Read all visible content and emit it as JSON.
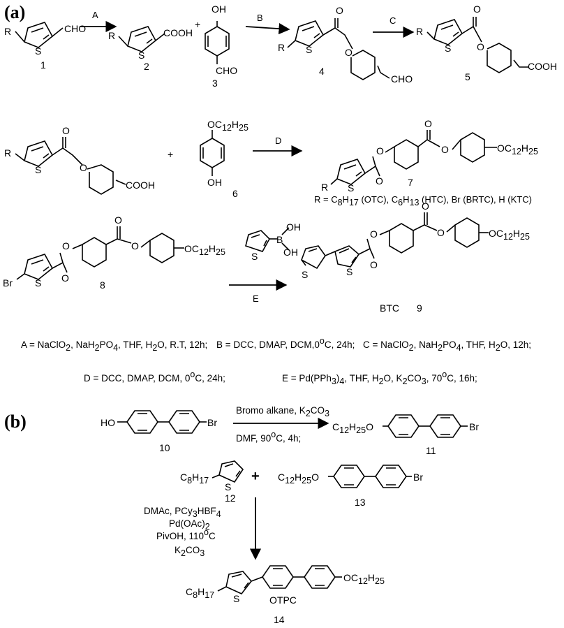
{
  "figure": {
    "panel_a_label": "(a)",
    "panel_b_label": "(b)"
  },
  "panel_a": {
    "compound_1": {
      "number": "1",
      "r": "R",
      "s": "S",
      "group": "CHO"
    },
    "arrow_A": "A",
    "compound_2": {
      "number": "2",
      "r": "R",
      "s": "S",
      "group": "COOH"
    },
    "plus_1": "+",
    "compound_3": {
      "number": "3",
      "oh": "OH",
      "cho": "CHO"
    },
    "arrow_B": "B",
    "compound_4": {
      "number": "4",
      "r": "R",
      "s": "S",
      "o": "O",
      "cho": "CHO"
    },
    "arrow_C": "C",
    "compound_5": {
      "number": "5",
      "r": "R",
      "s": "S",
      "o": "O",
      "cooh": "COOH"
    },
    "acid_reactant": {
      "r": "R",
      "s": "S",
      "o": "O",
      "cooh": "COOH"
    },
    "plus_2": "+",
    "compound_6": {
      "number": "6",
      "oc": "OC",
      "c_sub": "12",
      "h": "H",
      "h_sub": "25",
      "oh": "OH"
    },
    "arrow_D": "D",
    "compound_7": {
      "number": "7",
      "r": "R",
      "s": "S",
      "o": "O",
      "oc": "OC",
      "c_sub": "12",
      "h": "H",
      "h_sub": "25"
    },
    "r_definition": {
      "p1": "R = C",
      "s1": "8",
      "p2": "H",
      "s2": "17",
      "p3": " (OTC), C",
      "s3": "6",
      "p4": "H",
      "s4": "13",
      "p5": " (HTC),  Br (BRTC), H (KTC)"
    },
    "compound_8": {
      "number": "8",
      "br": "Br",
      "s": "S",
      "o": "O",
      "oc": "OC",
      "c_sub": "12",
      "h": "H",
      "h_sub": "25"
    },
    "boronic_acid": {
      "s": "S",
      "b": "B",
      "oh": "OH"
    },
    "arrow_E": "E",
    "compound_9": {
      "number": "9",
      "name": "BTC",
      "s": "S",
      "o": "O",
      "oc": "OC",
      "c_sub": "12",
      "h": "H",
      "h_sub": "25"
    },
    "conditions_1": {
      "a1": "A = NaClO",
      "a1s": "2",
      "a2": ", NaH",
      "a2s": "2",
      "a3": "PO",
      "a3s": "4",
      "a4": ", THF, H",
      "a4s": "2",
      "a5": "O, R.T, 12h;",
      "b1": "B = DCC, DMAP, DCM,0",
      "b1s": "o",
      "b2": "C, 24h;",
      "c1": "C = NaClO",
      "c1s": "2",
      "c2": ", NaH",
      "c2s": "2",
      "c3": "PO",
      "c3s": "4",
      "c4": ", THF, H",
      "c4s": "2",
      "c5": "O, 12h;"
    },
    "conditions_2": {
      "d1": "D = DCC, DMAP, DCM, 0",
      "d1s": "o",
      "d2": "C, 24h;",
      "e1": "E = Pd(PPh",
      "e1s": "3",
      "e2": ")",
      "e2s": "4",
      "e3": ", THF, H",
      "e3s": "2",
      "e4": "O, K",
      "e4s": "2",
      "e5": "CO",
      "e5s": "3",
      "e6": ", 70",
      "e6s": "o",
      "e7": "C, 16h;"
    }
  },
  "panel_b": {
    "compound_10": {
      "number": "10",
      "ho": "HO",
      "br": "Br"
    },
    "arrow_top": {
      "l1": "Bromo alkane, K",
      "l1s": "2",
      "l2": "CO",
      "l2s": "3",
      "l3": "DMF, 90",
      "l3s": "o",
      "l4": "C, 4h;"
    },
    "compound_11": {
      "number": "11",
      "c": "C",
      "c_sub": "12",
      "h": "H",
      "h_sub": "25",
      "o": "O",
      "br": "Br"
    },
    "compound_12": {
      "number": "12",
      "c": "C",
      "c_sub": "8",
      "h": "H",
      "h_sub": "17",
      "s": "S"
    },
    "plus": "+",
    "compound_13": {
      "number": "13",
      "c": "C",
      "c_sub": "12",
      "h": "H",
      "h_sub": "25",
      "o": "O",
      "br": "Br"
    },
    "conditions": {
      "l1": "DMAc, PCy",
      "l1s": "3",
      "l1b": "HBF",
      "l1bs": "4",
      "l2": "Pd(OAc)",
      "l2s": "2",
      "l3": "PivOH, 110",
      "l3s": "o",
      "l3b": "C",
      "l4": "K",
      "l4s": "2",
      "l4b": "CO",
      "l4bs": "3"
    },
    "compound_14": {
      "number": "14",
      "name": "OTPC",
      "c": "C",
      "c_sub": "8",
      "h": "H",
      "h_sub": "17",
      "s": "S",
      "oc": "OC",
      "oc_sub": "12",
      "oh": "H",
      "oh_sub": "25"
    }
  }
}
